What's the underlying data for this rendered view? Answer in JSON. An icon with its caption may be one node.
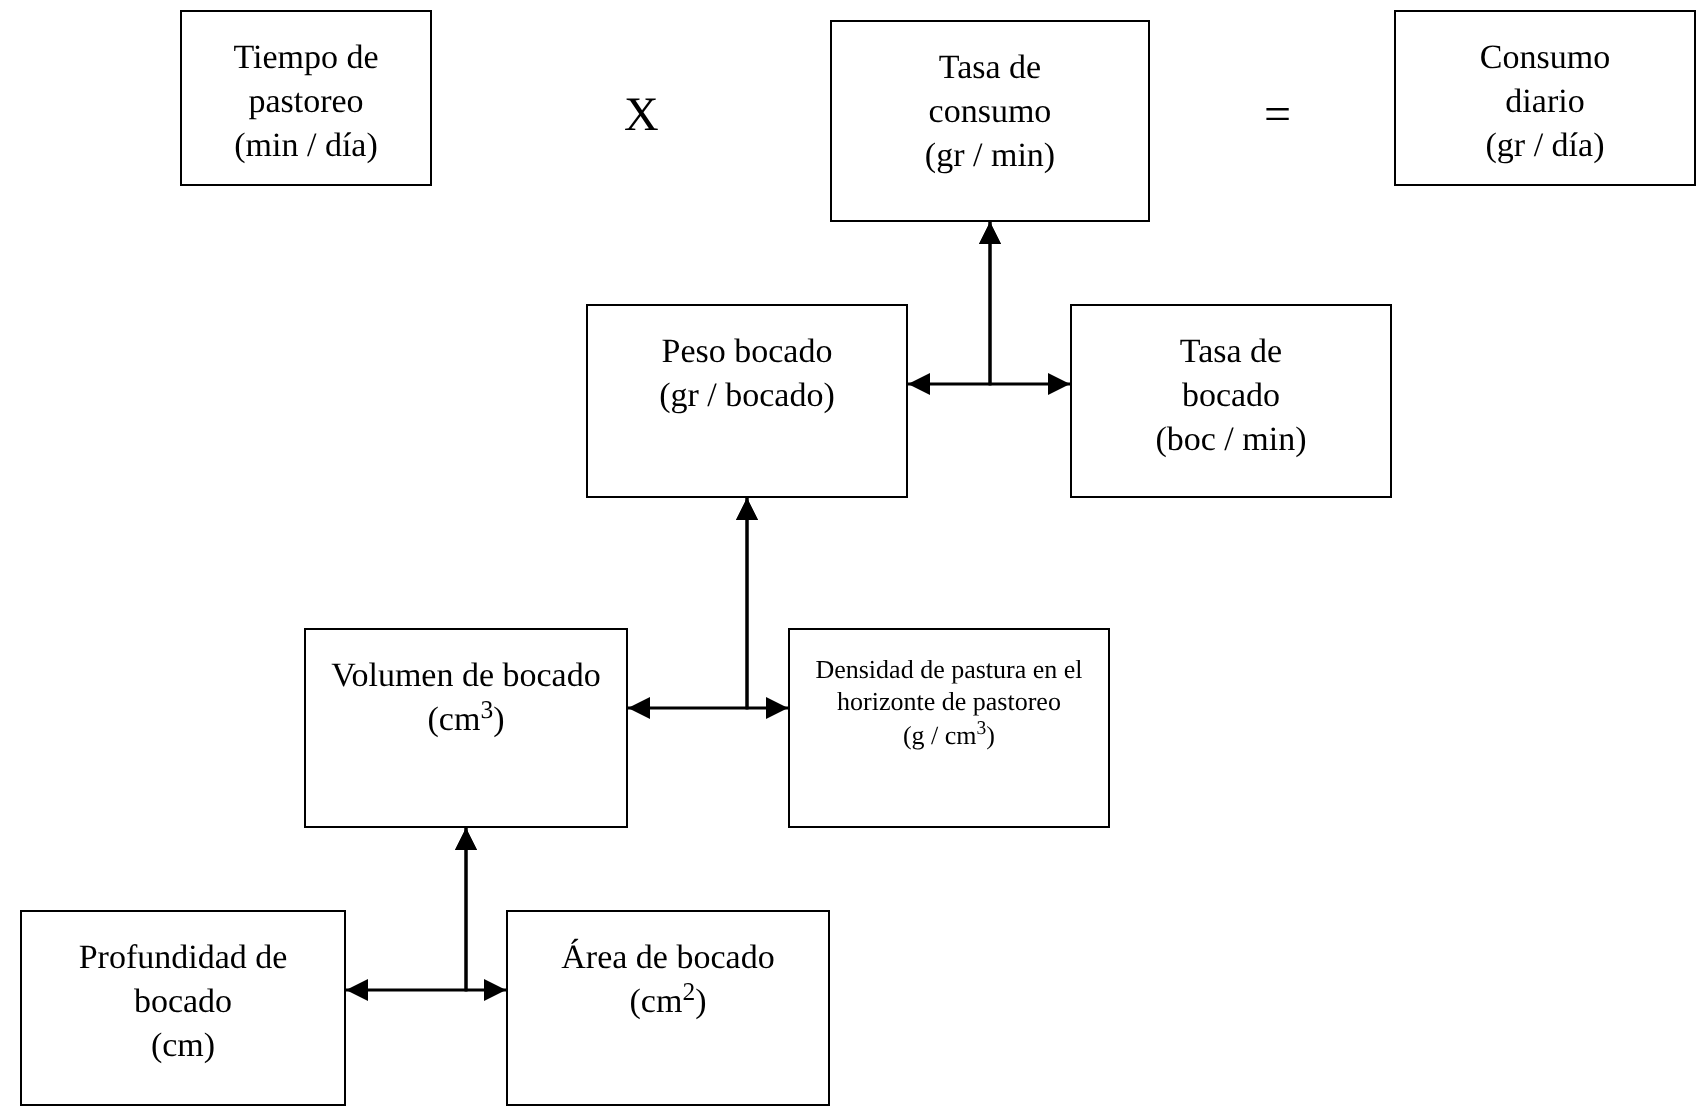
{
  "diagram": {
    "nodes": [
      {
        "text": [
          "Tiempo de pastoreo",
          "(min / día)"
        ]
      },
      {
        "text": [
          "Tasa de consumo",
          "(gr / min)"
        ]
      },
      {
        "text": [
          "Consumo diario",
          "(gr / día)"
        ]
      },
      {
        "text": [
          "Peso bocado",
          "(gr / bocado)"
        ]
      },
      {
        "text": [
          "Tasa de bocado",
          "(boc / min)"
        ]
      },
      {
        "text": [
          "Volumen de bocado (cm$^{3}$)"
        ]
      },
      {
        "text": [
          "Densidad de pastura en el horizonte de pastoreo",
          "(g / cm$^{3}$)"
        ]
      },
      {
        "text": [
          "Profundidad de bocado",
          "(cm)"
        ]
      },
      {
        "text": [
          "Área de bocado (cm$^{2}$)"
        ]
      }
    ],
    "edges": [
      {
        "from": 3,
        "to": 1,
        "arrow": "both"
      },
      {
        "from": 4,
        "to": 1,
        "arrow": "both"
      },
      {
        "from": 5,
        "to": 3,
        "arrow": "both"
      },
      {
        "from": 6,
        "to": 3,
        "arrow": "both"
      },
      {
        "from": 7,
        "to": 5,
        "arrow": "both"
      },
      {
        "from": 8,
        "to": 5,
        "arrow": "both"
      }
    ],
    "labels": [
      "X",
      "="
    ]
  }
}
